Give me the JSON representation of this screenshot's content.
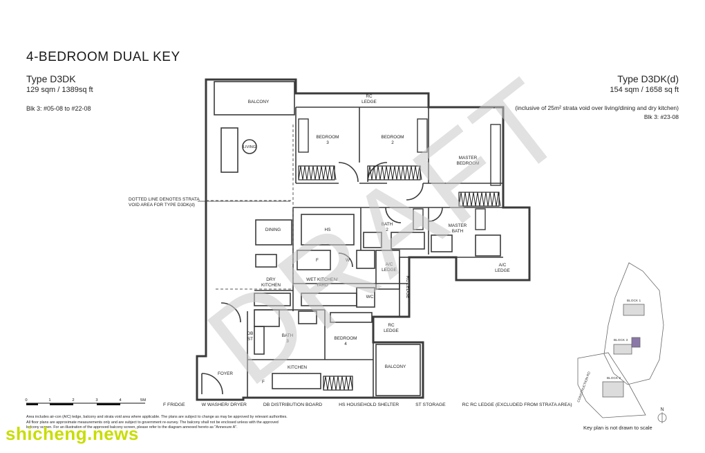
{
  "header": {
    "title": "4-BEDROOM DUAL KEY",
    "left_type": "Type D3DK",
    "left_area": "129 sqm / 1389sq ft",
    "left_units": "Blk 3: #05-08 to #22-08",
    "right_type": "Type D3DK(d)",
    "right_area": "154 sqm / 1658 sq ft",
    "right_note": "(inclusive of 25m² strata void over living/dining and dry kitchen)",
    "right_units": "Blk 3: #23-08"
  },
  "watermark_draft": "DRAFT",
  "site_watermark": "shicheng.news",
  "dotted_note": [
    "DOTTED LINE DENOTES STRATA",
    "VOID AREA FOR TYPE D3DK(d)"
  ],
  "rooms": {
    "balcony_top": "BALCONY",
    "rc_ledge_top": [
      "RC",
      "LEDGE"
    ],
    "bedroom3": [
      "BEDROOM",
      "3"
    ],
    "bedroom2": [
      "BEDROOM",
      "2"
    ],
    "master_bedroom": [
      "MASTER",
      "BEDROOM"
    ],
    "living": "LIVING",
    "dining": "DINING",
    "hs": "HS",
    "bath2": [
      "BATH",
      "2"
    ],
    "master_bath": [
      "MASTER",
      "BATH"
    ],
    "ac_ledge_right": [
      "A/C",
      "LEDGE"
    ],
    "ac_ledge_mid": [
      "A/C",
      "LEDGE"
    ],
    "rc_ledge_vertical": "RC LEDGE",
    "dry_kitchen": [
      "DRY",
      "KITCHEN"
    ],
    "wet_kitchen": [
      "WET KITCHEN/",
      "YARD"
    ],
    "wc": "WC",
    "rc_ledge_mid": [
      "RC",
      "LEDGE"
    ],
    "db": "DB",
    "st": "ST",
    "bath3": [
      "BATH",
      "3"
    ],
    "bedroom4": [
      "BEDROOM",
      "4"
    ],
    "balcony_bottom": "BALCONY",
    "kitchen": "KITCHEN",
    "foyer": "FOYER",
    "f1": "F",
    "w1": "W",
    "f2": "F"
  },
  "scale": {
    "ticks": [
      "0",
      "1",
      "2",
      "3",
      "4",
      "5M"
    ]
  },
  "legend": [
    "F   FRIDGE",
    "W   WASHER/ DRYER",
    "DB   DISTRIBUTION BOARD",
    "HS   HOUSEHOLD SHELTER",
    "ST   STORAGE",
    "RC   RC LEDGE (EXCLUDED FROM STRATA AREA)"
  ],
  "disclaimer": [
    "Area includes air-con (A/C) ledge, balcony and strata void area where applicable. The plans are subject to change as may be approved by relevant authorities.",
    "All floor plans are approximate measurements only and are subject to government re-survey. The balcony shall not be enclosed unless with the approved",
    "balcony screen. For an illustration of the approved balcony screen, please refer to the diagram annexed hereto as \"Annexure A\"."
  ],
  "keyplan": {
    "block1": "BLOCK 1",
    "block3": "BLOCK 3",
    "block2": "BLOCK 2",
    "road": "CONSTRUCTION RD",
    "north": "N",
    "note": "Key plan is not drawn to scale"
  },
  "colors": {
    "wall": "#3a3a3a",
    "watermark": "#c8dd00",
    "draft": "#d0d0d0",
    "highlight_unit": "#8a78a8"
  }
}
